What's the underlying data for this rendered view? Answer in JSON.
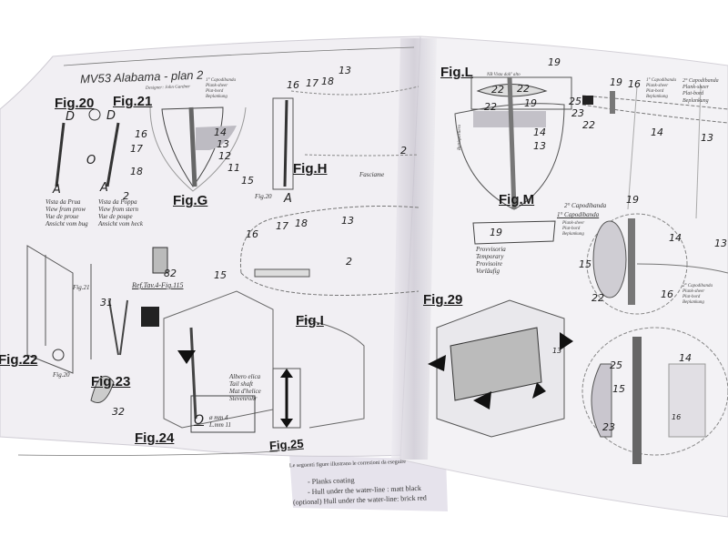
{
  "booklet": {
    "title": "MV53 Alabama - plan 2",
    "designer": "Designer: John Gardner"
  },
  "left_page": {
    "fig20": {
      "label": "Fig.20",
      "letters": [
        "D",
        "A"
      ],
      "caption": [
        "Vista da Prua",
        "View from prow",
        "Vue de proue",
        "Ansicht vom bug"
      ]
    },
    "fig21": {
      "label": "Fig.21",
      "letters": [
        "D",
        "O",
        "A"
      ],
      "number": "2",
      "caption": [
        "Vista da Poppa",
        "View from stern",
        "Vue de poupe",
        "Ansicht vom heck"
      ]
    },
    "figG": {
      "label": "Fig.G",
      "numbers": [
        "16",
        "17",
        "18",
        "14",
        "13",
        "12",
        "11",
        "15"
      ],
      "note": [
        "1° Capodibanda",
        "Plank-sheer",
        "Plat-bord",
        "Beplankung"
      ]
    },
    "figH": {
      "label": "Fig.H",
      "numbers": [
        "16",
        "17",
        "18",
        "13",
        "2",
        "A"
      ],
      "ref": "Fig.20",
      "note": "Fasciame"
    },
    "figI": {
      "label": "Fig.I",
      "numbers": [
        "16",
        "17",
        "18",
        "13",
        "15",
        "2"
      ]
    },
    "fig22": {
      "label": "Fig.22",
      "ref_a": "Fig.21",
      "ref_b": "Fig.20"
    },
    "fig23": {
      "label": "Fig.23",
      "numbers": [
        "31",
        "32"
      ],
      "part": "82",
      "ref": "Ref.Tav.4-Fig.115"
    },
    "fig24": {
      "label": "Fig.24",
      "shaft": [
        "Albero elica",
        "Tail shaft",
        "Mat d'helice",
        "Stevenrohr"
      ],
      "letter": "O",
      "dims": [
        "ø mm 4",
        "L.mm 11"
      ]
    },
    "fig25": {
      "label": "Fig.25"
    }
  },
  "right_page": {
    "figL": {
      "label": "Fig.L",
      "note": "NB Vista dall' alto",
      "side": "Battisportiera",
      "numbers": [
        "19",
        "22",
        "22",
        "22",
        "19",
        "14",
        "13"
      ]
    },
    "figM": {
      "label": "Fig.M"
    },
    "detail_top": {
      "numbers": [
        "25",
        "23",
        "22",
        "19",
        "16",
        "14",
        "13"
      ],
      "note1": [
        "1° Capodibanda",
        "Plank-sheer",
        "Plat-bord",
        "Beplankung"
      ],
      "note2": [
        "2° Capodibanda",
        "Plank-sheer",
        "Plat-bord",
        "Beplankung"
      ]
    },
    "temporary": {
      "number": "19",
      "labels": [
        "2° Capodibanda",
        "1° Capodibanda"
      ],
      "sub": [
        "Plank-sheer",
        "Plat-bord",
        "Beplankung"
      ],
      "caption": [
        "Provvisoria",
        "Temporary",
        "Provisoire",
        "Vorläufig"
      ]
    },
    "detail_mid": {
      "numbers": [
        "19",
        "14",
        "13",
        "15",
        "22",
        "16"
      ],
      "note": [
        "2° Capodibanda",
        "Plank-sheer",
        "Plat-bord",
        "Beplankung"
      ]
    },
    "fig29": {
      "label": "Fig.29",
      "number": "13"
    },
    "detail_bottom": {
      "numbers": [
        "14",
        "25",
        "15",
        "23",
        "16"
      ]
    }
  },
  "underlying_sheet": {
    "lines": [
      "Le seguenti figure illustrano le correzioni da eseguire",
      "- Planks coating",
      "- Hull under the water-line : matt black",
      "(optional) Hull under the water-line: brick red"
    ]
  }
}
